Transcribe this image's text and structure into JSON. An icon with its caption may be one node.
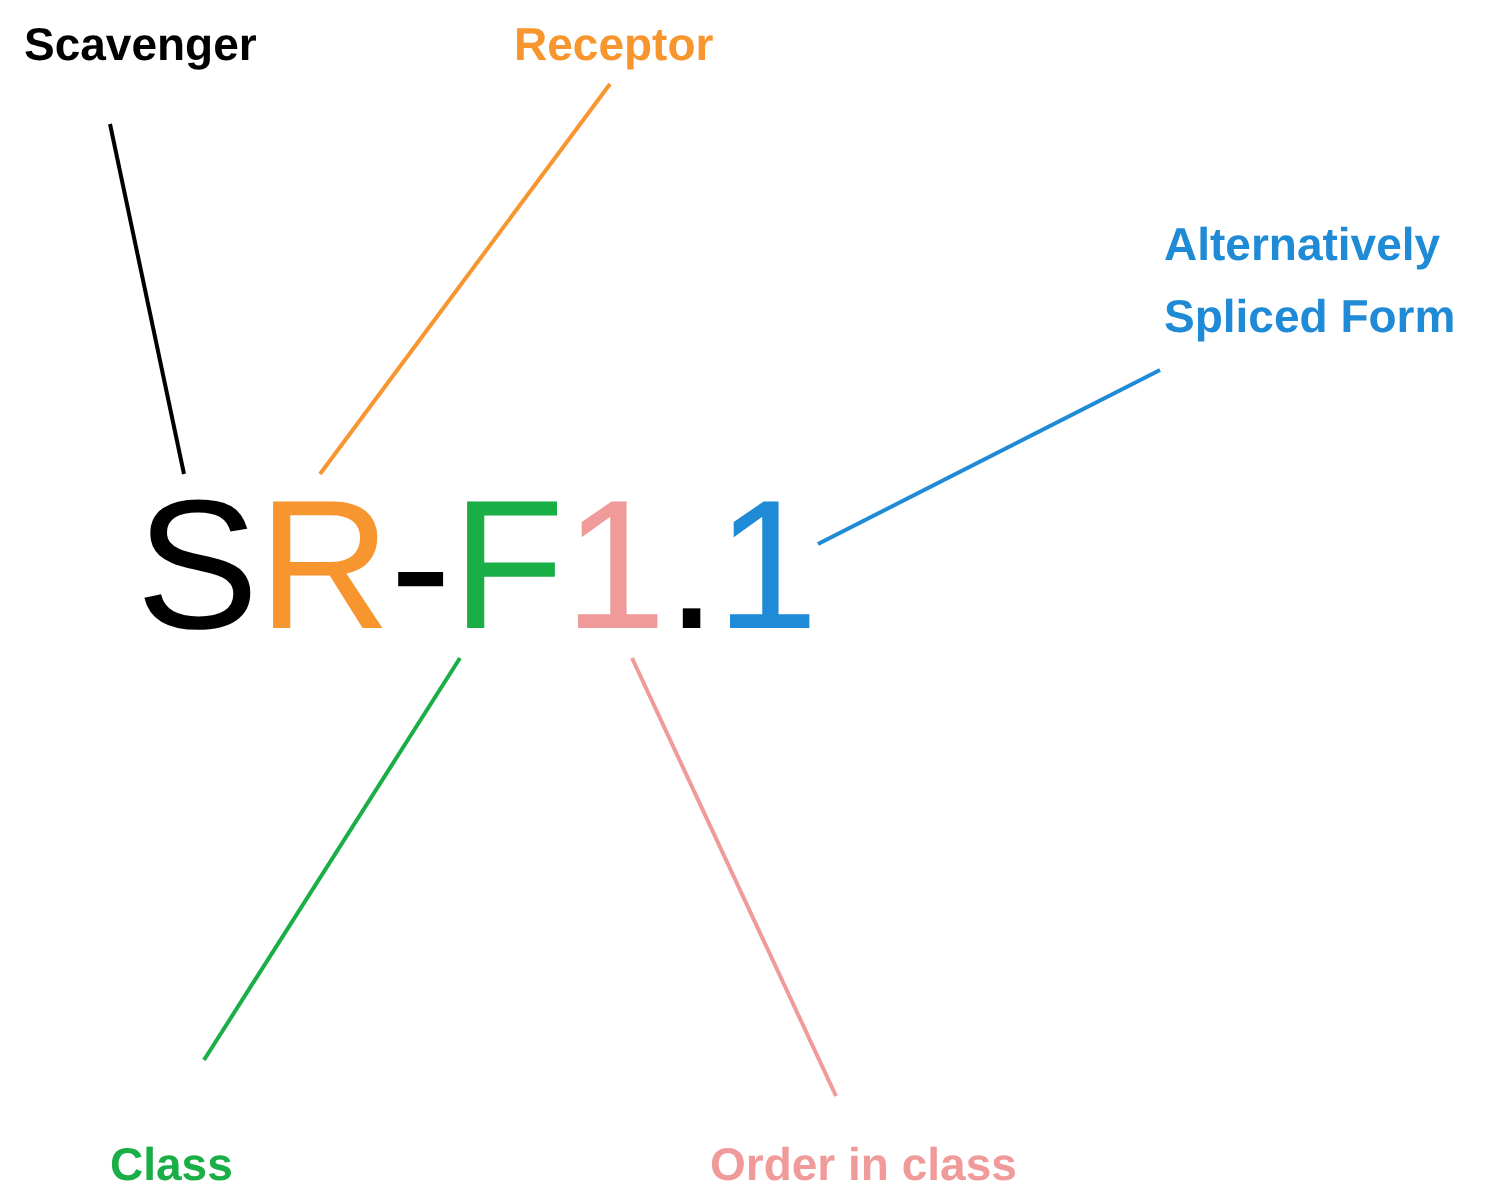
{
  "diagram": {
    "nodes": [
      {
        "text": [
          "Scavenger"
        ]
      },
      {
        "text": [
          "Receptor"
        ]
      },
      {
        "text": [
          "Alternatively Spliced Form"
        ]
      },
      {
        "text": [
          "S"
        ]
      },
      {
        "text": [
          "R"
        ]
      },
      {
        "text": [
          "F"
        ]
      },
      {
        "text": [
          "1"
        ]
      },
      {
        "text": [
          "1"
        ]
      },
      {
        "text": [
          "Class"
        ]
      },
      {
        "text": [
          "Order in class"
        ]
      }
    ],
    "edges": [
      {
        "from": 0,
        "to": 3,
        "arrow": "none",
        "color": "#000000"
      },
      {
        "from": 1,
        "to": 4,
        "arrow": "none",
        "color": "#f7962f"
      },
      {
        "from": 2,
        "to": 7,
        "arrow": "none",
        "color": "#1f8ad6"
      },
      {
        "from": 8,
        "to": 5,
        "arrow": "none",
        "color": "#1aae47"
      },
      {
        "from": 9,
        "to": 6,
        "arrow": "none",
        "color": "#f09a9a"
      }
    ],
    "labels": [
      "-",
      "."
    ]
  }
}
